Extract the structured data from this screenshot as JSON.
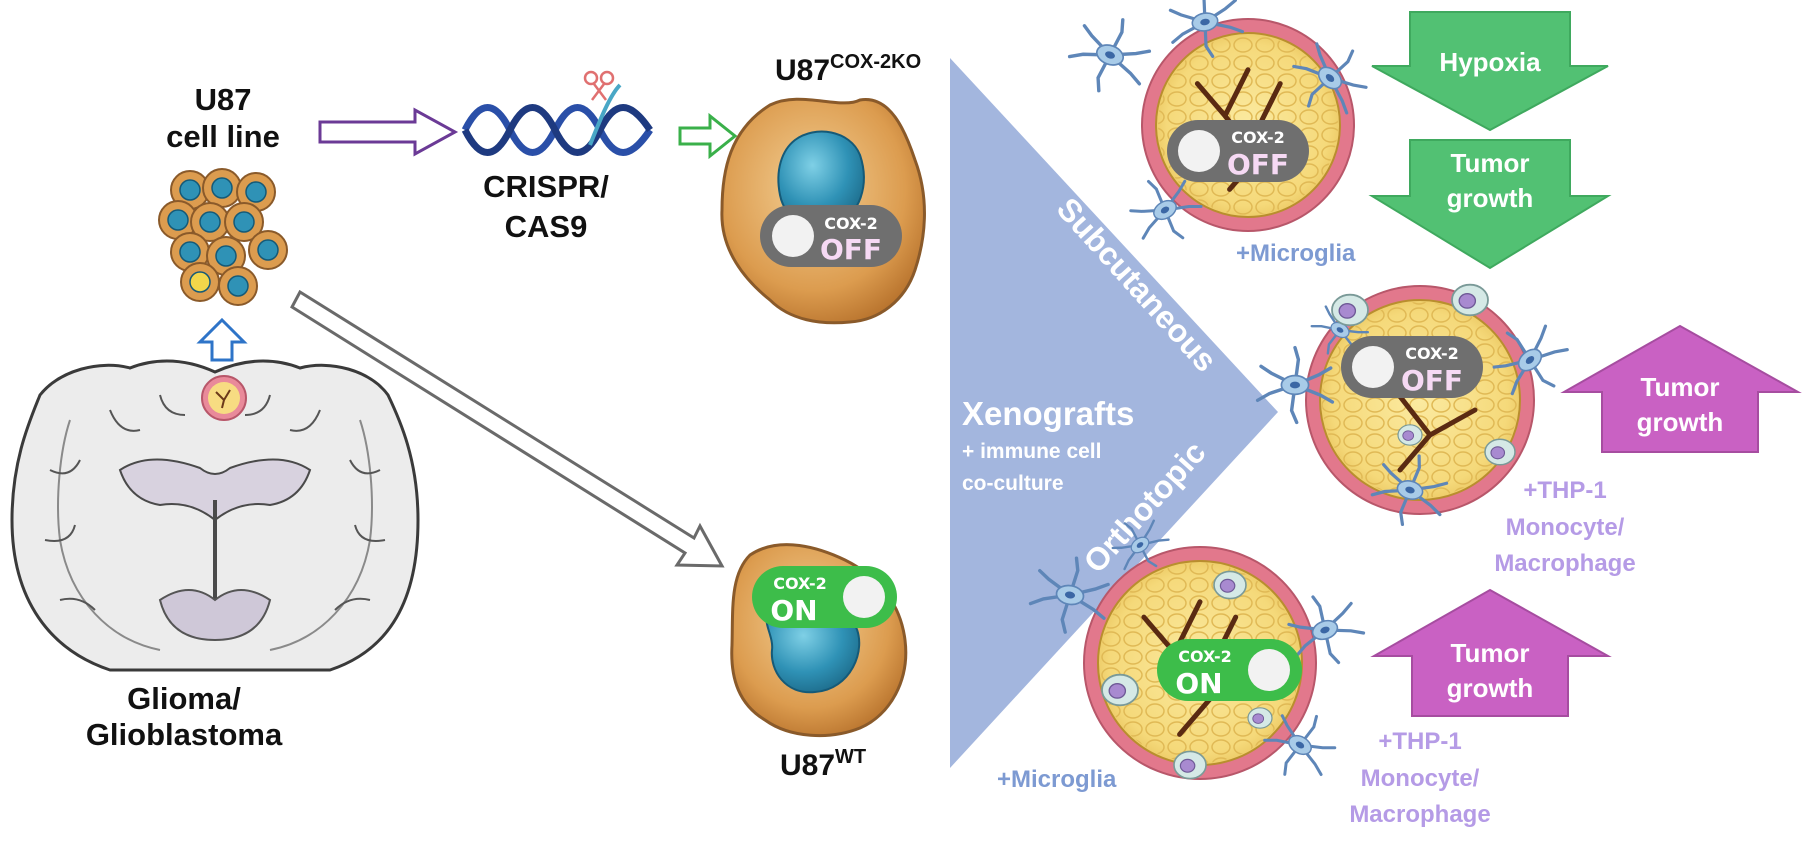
{
  "labels": {
    "u87_line1": "U87",
    "u87_line2": "cell line",
    "glioma_line1": "Glioma/",
    "glioma_line2": "Glioblastoma",
    "crispr_line1": "CRISPR/",
    "crispr_line2": "CAS9",
    "ko_base": "U87",
    "ko_sup": "COX-2KO",
    "wt_base": "U87",
    "wt_sup": "WT",
    "subcutaneous": "Subcutaneous",
    "orthotopic": "Orthotopic",
    "xenografts": "Xenografts",
    "immune_line1": "+ immune cell",
    "immune_line2": "co-culture",
    "microglia_top": "+Microglia",
    "microglia_bottom": "+Microglia",
    "thp_mid_1": "+THP-1",
    "thp_mid_2": "Monocyte/",
    "thp_mid_3": "Macrophage",
    "thp_bot_1": "+THP-1",
    "thp_bot_2": "Monocyte/",
    "thp_bot_3": "Macrophage"
  },
  "arrows": {
    "hypoxia": "Hypoxia",
    "down_growth_1": "Tumor",
    "down_growth_2": "growth",
    "up_mid_1": "Tumor",
    "up_mid_2": "growth",
    "up_bot_1": "Tumor",
    "up_bot_2": "growth"
  },
  "toggles": {
    "ko_cell": {
      "gene": "COX-2",
      "state": "OFF"
    },
    "wt_cell": {
      "gene": "COX-2",
      "state": "ON"
    },
    "tumor_top": {
      "gene": "COX-2",
      "state": "OFF"
    },
    "tumor_mid": {
      "gene": "COX-2",
      "state": "OFF"
    },
    "tumor_bot": {
      "gene": "COX-2",
      "state": "ON"
    }
  },
  "colors": {
    "green_arrow": "#52c173",
    "magenta_arrow": "#c961c3",
    "triangle": "#a3b6de",
    "purple_arrow": "#6b3a96",
    "toggle_off": "#6f6f6f",
    "toggle_on": "#3dbd4a",
    "cell_orange": "#d99a4e",
    "nucleus_teal": "#2f92b6"
  }
}
